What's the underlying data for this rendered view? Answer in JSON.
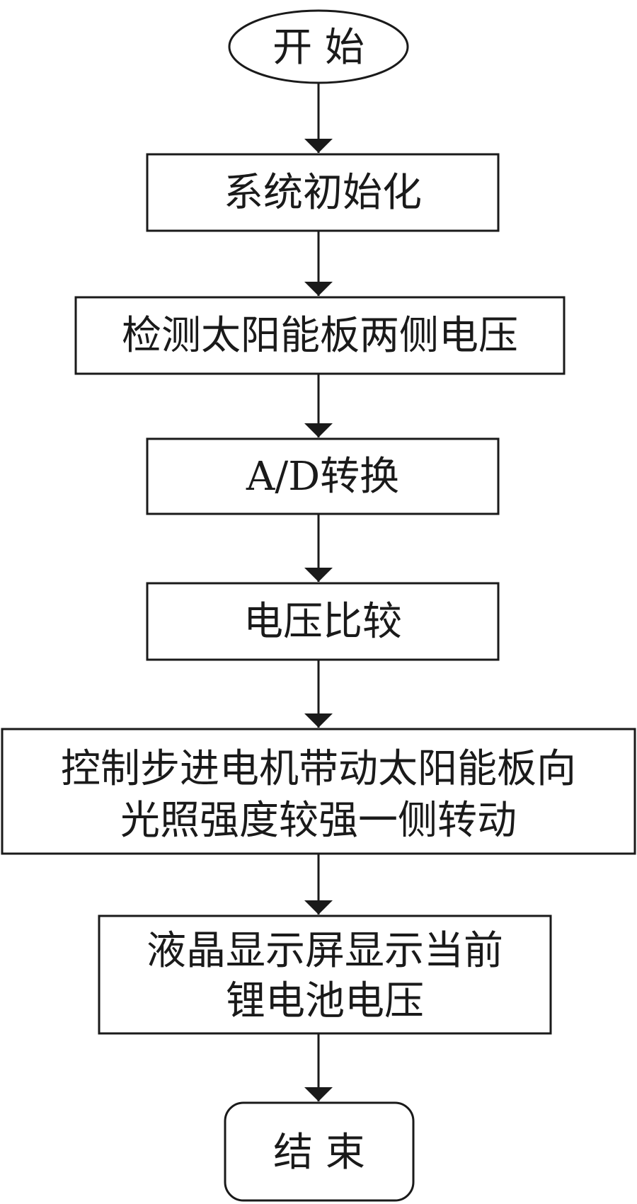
{
  "flowchart": {
    "nodes": [
      {
        "id": "start",
        "shape": "ellipse",
        "lines": [
          "开 始"
        ]
      },
      {
        "id": "init",
        "shape": "rect",
        "lines": [
          "系统初始化"
        ]
      },
      {
        "id": "detect",
        "shape": "rect",
        "lines": [
          "检测太阳能板两侧电压"
        ]
      },
      {
        "id": "adc",
        "shape": "rect",
        "lines": [
          "A/D转换"
        ]
      },
      {
        "id": "compare",
        "shape": "rect",
        "lines": [
          "电压比较"
        ]
      },
      {
        "id": "motor",
        "shape": "rect",
        "lines": [
          "控制步进电机带动太阳能板向",
          "光照强度较强一侧转动"
        ]
      },
      {
        "id": "lcd",
        "shape": "rect",
        "lines": [
          "液晶显示屏显示当前",
          "锂电池电压"
        ]
      },
      {
        "id": "end",
        "shape": "rounded-rect",
        "lines": [
          "结 束"
        ]
      }
    ],
    "edges": [
      {
        "from": "start",
        "to": "init"
      },
      {
        "from": "init",
        "to": "detect"
      },
      {
        "from": "detect",
        "to": "adc"
      },
      {
        "from": "adc",
        "to": "compare"
      },
      {
        "from": "compare",
        "to": "motor"
      },
      {
        "from": "motor",
        "to": "lcd"
      },
      {
        "from": "lcd",
        "to": "end"
      }
    ]
  }
}
